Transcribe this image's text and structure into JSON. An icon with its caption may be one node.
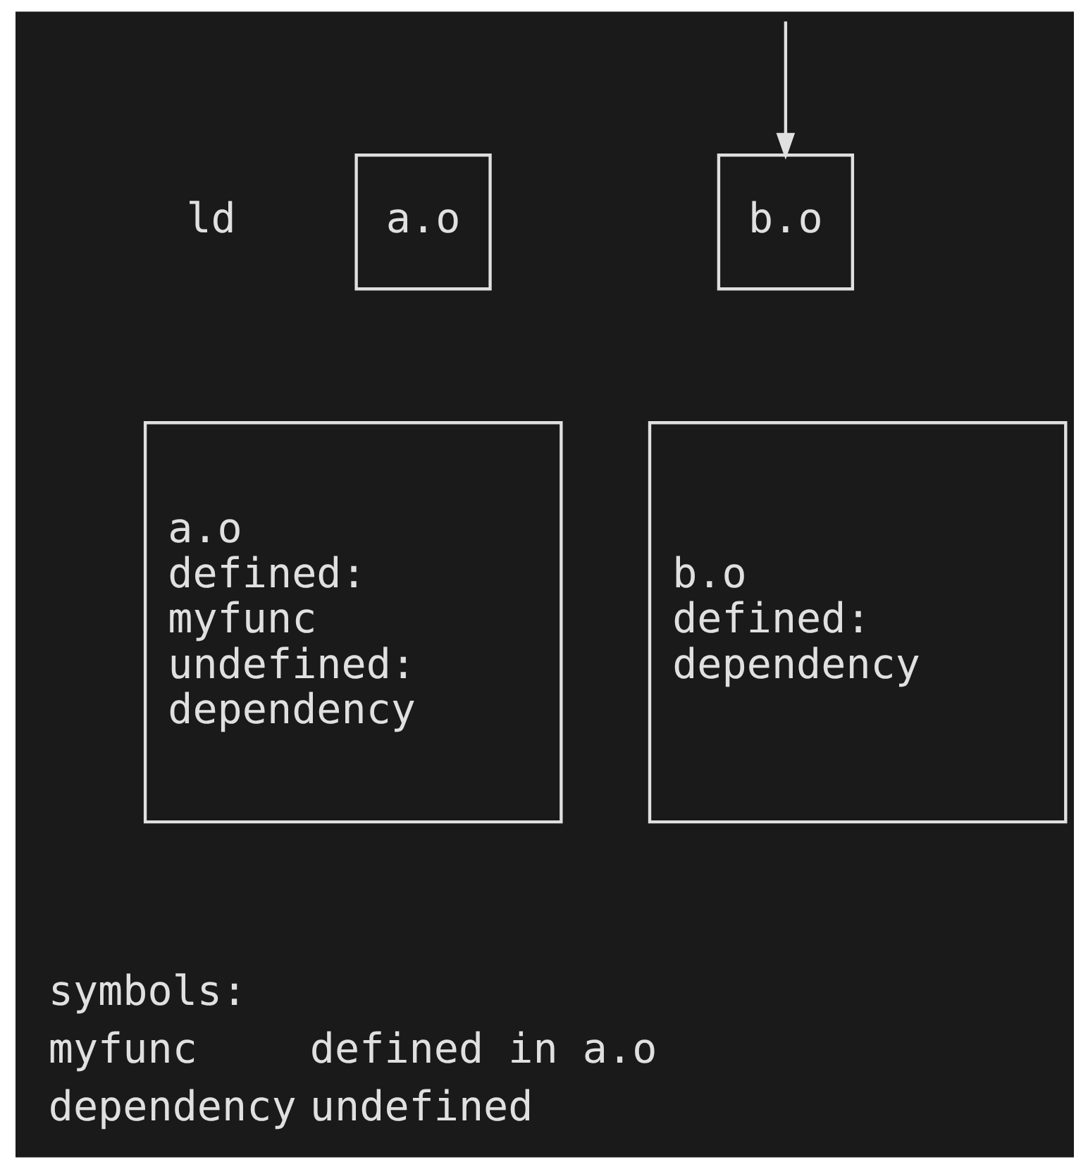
{
  "diagram": {
    "nodes": [
      {
        "text": [
          "a.o"
        ]
      },
      {
        "text": [
          "b.o"
        ]
      },
      {
        "text": [
          "a.o",
          "defined:",
          "myfunc",
          "undefined:",
          "dependency"
        ]
      },
      {
        "text": [
          "b.o",
          "defined:",
          "dependency"
        ]
      }
    ],
    "edges": [
      {
        "from": null,
        "to": 1,
        "arrow": "to"
      }
    ],
    "labels": [
      "ld",
      "symbols:",
      "myfunc",
      "defined in a.o",
      "dependency",
      "undefined"
    ]
  }
}
